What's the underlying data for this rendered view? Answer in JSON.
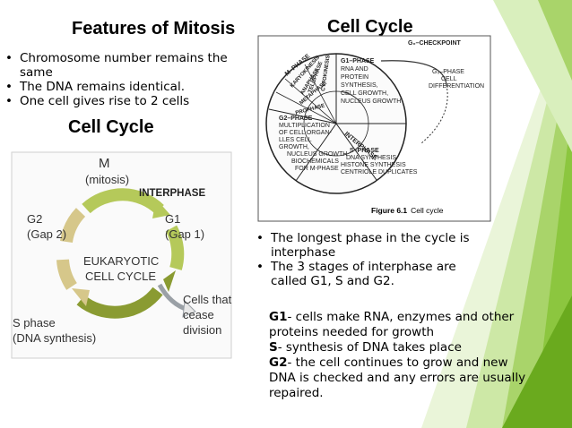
{
  "titles": {
    "features": "Features of Mitosis",
    "cell_cycle_right": "Cell Cycle",
    "cell_cycle_left": "Cell Cycle"
  },
  "features_bullets": [
    "Chromosome number remains the same",
    "The DNA remains identical.",
    "One cell gives rise to 2 cells"
  ],
  "figure_right": {
    "g0_checkpoint": "G₀–CHECKPOINT",
    "m_phase": "M–PHASE",
    "karyokinesis": "KARYOKINESIS",
    "cytokinesis": "CYTOKINESIS",
    "telophase": "TELOPHASE",
    "anaphase": "ANAPHASE",
    "metaphase": "METAPHASE",
    "prophase": "PROPHASE",
    "interphase": "INTERPHASE",
    "g1_title": "G1–PHASE",
    "g1_lines": [
      "RNA AND",
      "PROTEIN",
      "SYNTHESIS,",
      "CELL GROWTH,",
      "NUCLEUS GROWTH"
    ],
    "g0_title": "G₀–PHASE",
    "g0_lines": [
      "CELL",
      "DIFFERENTIATION"
    ],
    "g2_title": "G2–PHASE",
    "g2_lines": [
      "MULTIPLICATION",
      "OF CELL ORGAN-",
      "LLES CELL",
      "GROWTH,",
      "NUCLEUS GROWTH",
      "BIOCHEMICALS",
      "FOR M-PHASE"
    ],
    "s_title": "S–PHASE",
    "s_lines": [
      "DNA SYNTHESIS",
      "HISTONE SYNTHESIS",
      "CENTRIOLE DUPLICATES"
    ],
    "caption_bold": "Figure 6.1",
    "caption_text": "Cell cycle"
  },
  "figure_left": {
    "m": "M",
    "mitosis": "(mitosis)",
    "interphase": "INTERPHASE",
    "g2": "G2",
    "gap2": "(Gap 2)",
    "g1": "G1",
    "gap1": "(Gap 1)",
    "center_line1": "EUKARYOTIC",
    "center_line2": "CELL CYCLE",
    "s_phase": "S phase",
    "dna_synthesis": "(DNA synthesis)",
    "cease1": "Cells that",
    "cease2": "cease",
    "cease3": "division",
    "colors": {
      "green": "#b5c95a",
      "tan": "#d6c78a",
      "olive": "#8a9b32",
      "arrow_fill": "#e8e8e8"
    }
  },
  "interphase_bullets": [
    "The longest phase in the cycle is interphase",
    "The 3 stages of interphase are called G1, S and G2."
  ],
  "definitions": [
    {
      "key": "G1",
      "text": "- cells make RNA, enzymes and other proteins needed for growth"
    },
    {
      "key": "S",
      "text": "- synthesis of DNA takes place"
    },
    {
      "key": "G2",
      "text": "- the cell continues to grow and new DNA is checked and any errors are usually repaired."
    }
  ],
  "theme": {
    "green_dark": "#6aaa1e",
    "green_mid": "#8cc63f",
    "green_light": "#c6e39a"
  }
}
